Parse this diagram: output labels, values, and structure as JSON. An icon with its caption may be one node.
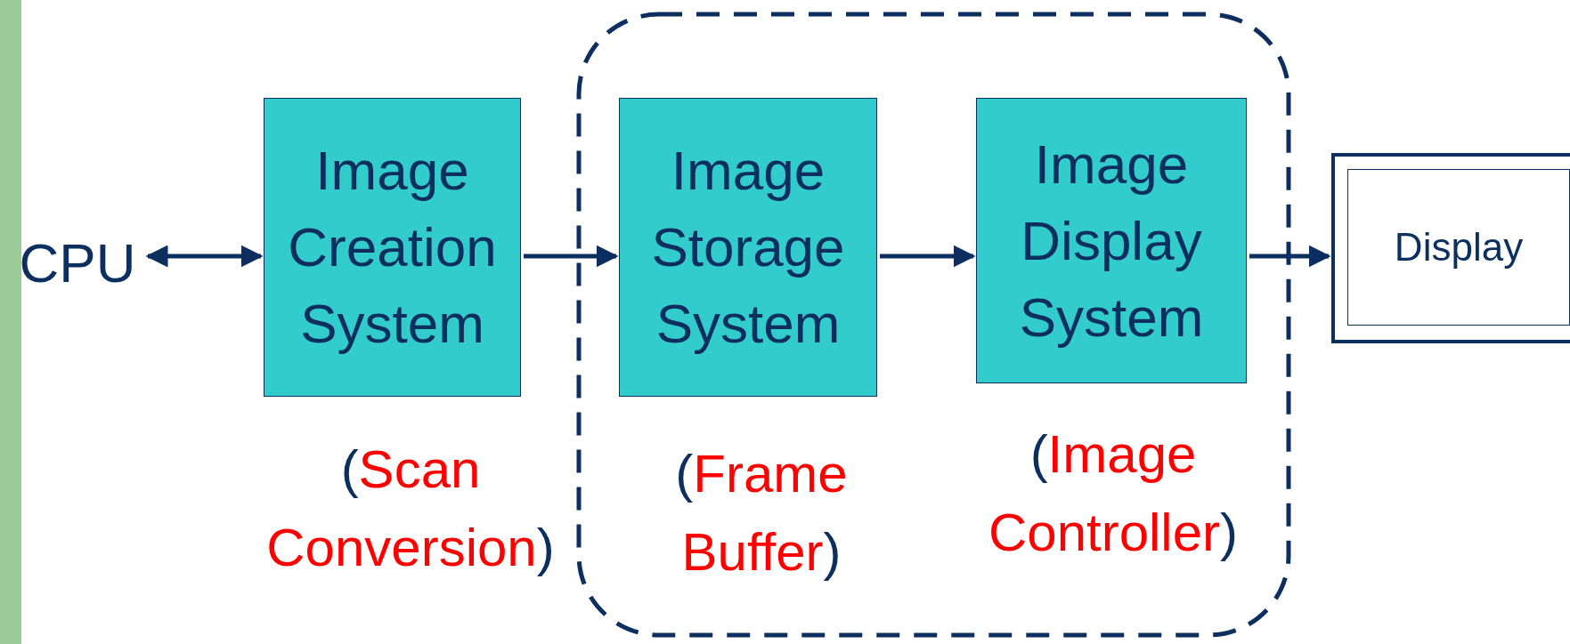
{
  "diagram": {
    "nodes": [
      {
        "text": [
          "CPU"
        ]
      },
      {
        "text": [
          "Image Creation System"
        ],
        "beside": [
          "(Scan Conversion)"
        ]
      },
      {
        "text": [],
        "shape": "box"
      },
      {
        "text": [
          "Image Storage System"
        ],
        "in": 2,
        "beside": [
          "(Frame Buffer)"
        ]
      },
      {
        "text": [
          "Image Display System"
        ],
        "in": 2,
        "beside": [
          "(Image Controller)"
        ]
      },
      {
        "text": [
          "Display"
        ]
      },
      {
        "text": [],
        "shape": "bar"
      }
    ],
    "edges": [
      {
        "from": 0,
        "to": 1,
        "arrow": "both"
      },
      {
        "from": 1,
        "to": 3,
        "arrow": "to"
      },
      {
        "from": 3,
        "to": 4,
        "arrow": "to"
      },
      {
        "from": 4,
        "to": 5,
        "arrow": "to"
      }
    ]
  }
}
